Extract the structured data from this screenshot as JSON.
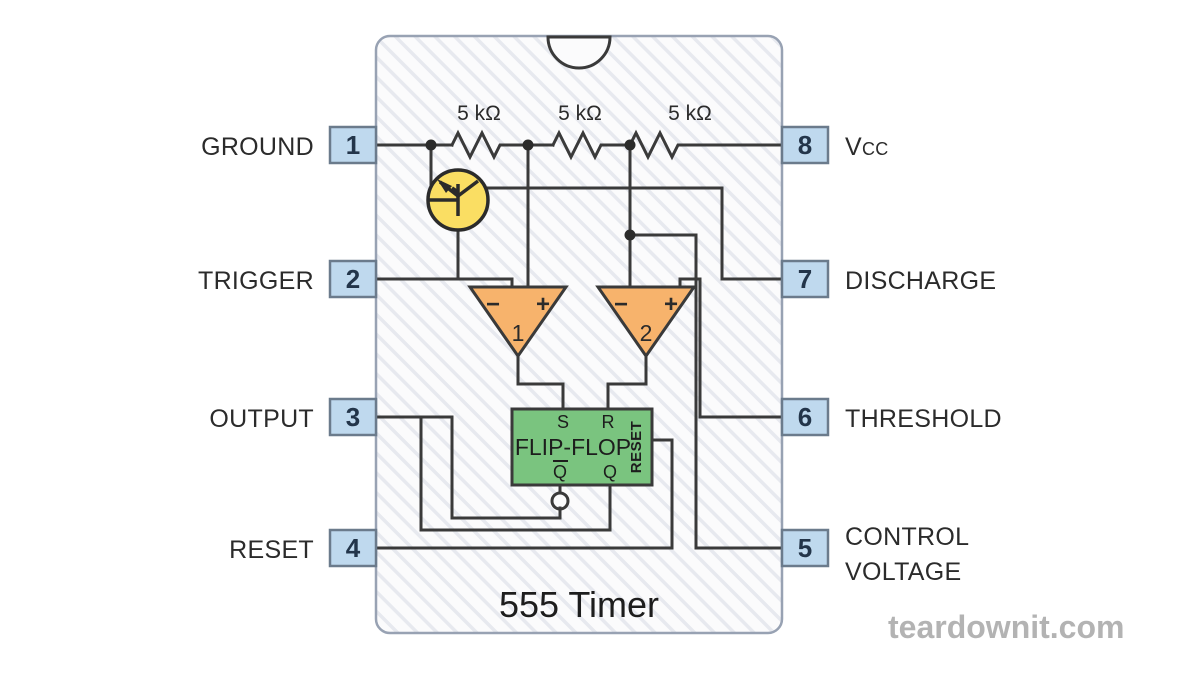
{
  "title": "555 Timer",
  "watermark": "teardownit.com",
  "colors": {
    "pin_box_fill": "#bfd9ee",
    "pin_box_stroke": "#6b7b8c",
    "comparator_fill": "#f7b36c",
    "comparator_stroke": "#3a3a3a",
    "flipflop_fill": "#7ac47f",
    "flipflop_stroke": "#3a3a3a",
    "transistor_fill": "#fade63",
    "transistor_stroke": "#2b2b2b",
    "chip_fill": "#fafafa",
    "chip_stroke": "#8a94a6",
    "hatch": "#e6e8ee",
    "wire": "#3a3a3a",
    "text": "#2b2b2b",
    "watermark": "#b3b3b3"
  },
  "pins": {
    "left": [
      {
        "number": "1",
        "label": "GROUND"
      },
      {
        "number": "2",
        "label": "TRIGGER"
      },
      {
        "number": "3",
        "label": "OUTPUT"
      },
      {
        "number": "4",
        "label": "RESET"
      }
    ],
    "right": [
      {
        "number": "8",
        "label": "Vcc",
        "label_main": "V",
        "label_sub": "CC"
      },
      {
        "number": "7",
        "label": "DISCHARGE"
      },
      {
        "number": "6",
        "label": "THRESHOLD"
      },
      {
        "number": "5",
        "label": "CONTROL VOLTAGE",
        "line1": "CONTROL",
        "line2": "VOLTAGE"
      }
    ]
  },
  "resistors": [
    {
      "value": "5 kΩ"
    },
    {
      "value": "5 kΩ"
    },
    {
      "value": "5 kΩ"
    }
  ],
  "comparators": [
    {
      "id": "1",
      "minus": "−",
      "plus": "+"
    },
    {
      "id": "2",
      "minus": "−",
      "plus": "+"
    }
  ],
  "flipflop": {
    "label": "FLIP-FLOP",
    "input_s": "S",
    "input_r": "R",
    "output_qbar": "Q",
    "output_q": "Q",
    "reset": "RESET"
  },
  "transistor": {
    "type": "pnp-transistor"
  }
}
